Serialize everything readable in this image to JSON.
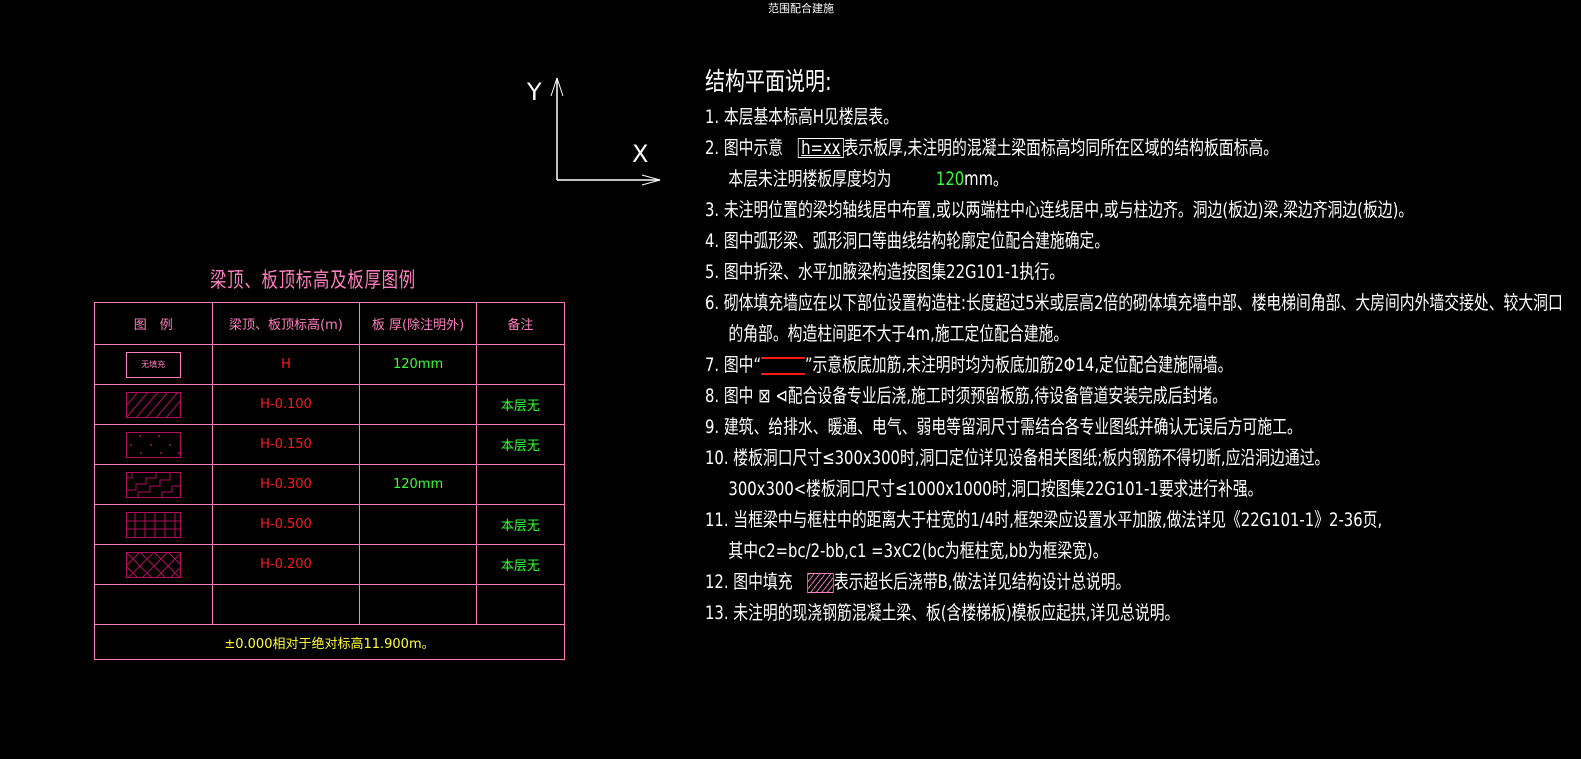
{
  "header": {
    "title": "范围配合建施"
  },
  "axis": {
    "x_label": "X",
    "y_label": "Y"
  },
  "legend": {
    "title": "梁顶、板顶标高及板厚图例",
    "columns": [
      "图　例",
      "梁顶、板顶标高(m)",
      "板 厚(除注明外)",
      "备注"
    ],
    "rows": [
      {
        "swatch": "label-box",
        "swatch_text": "无填充",
        "elevation": "H",
        "thickness": "120mm",
        "remark": ""
      },
      {
        "swatch": "diagonal-hatch",
        "elevation": "H-0.100",
        "thickness": "",
        "remark": "本层无"
      },
      {
        "swatch": "dot-hatch",
        "elevation": "H-0.150",
        "thickness": "",
        "remark": "本层无"
      },
      {
        "swatch": "step-hatch",
        "elevation": "H-0.300",
        "thickness": "120mm",
        "remark": ""
      },
      {
        "swatch": "brick-hatch",
        "elevation": "H-0.500",
        "thickness": "",
        "remark": "本层无"
      },
      {
        "swatch": "herringbone-hatch",
        "elevation": "H-0.200",
        "thickness": "",
        "remark": "本层无"
      },
      {
        "swatch": "",
        "elevation": "",
        "thickness": "",
        "remark": ""
      }
    ],
    "footer": "±0.000相对于绝对标高11.900m。"
  },
  "notes": {
    "title": "结构平面说明:",
    "n1": "1. 本层基本标高H见楼层表。",
    "n2_pre": "2. 图中示意　",
    "n2_box": "h=xx",
    "n2_post": "表示板厚,未注明的混凝土梁面标高均同所在区域的结构板面标高。",
    "n2b_pre": "本层未注明楼板厚度均为　　　",
    "n2b_value": "120",
    "n2b_unit": "mm。",
    "n3": "3. 未注明位置的梁均轴线居中布置,或以两端柱中心连线居中,或与柱边齐。洞边(板边)梁,梁边齐洞边(板边)。",
    "n4": "4. 图中弧形梁、弧形洞口等曲线结构轮廓定位配合建施确定。",
    "n5": "5. 图中折梁、水平加腋梁构造按图集22G101-1执行。",
    "n6": "6. 砌体填充墙应在以下部位设置构造柱:长度超过5米或层高2倍的砌体填充墙中部、楼电梯间角部、大房间内外墙交接处、较大洞口",
    "n6b": "的角部。构造柱间距不大于4m,施工定位配合建施。",
    "n7_pre": "7. 图中“",
    "n7_post": "”示意板底加筋,未注明时均为板底加筋2Φ14,定位配合建施隔墙。",
    "n8_pre": "8. 图中 ",
    "n8_symbol": "⊠ ⊲",
    "n8_post": "配合设备专业后浇,施工时须预留板筋,待设备管道安装完成后封堵。",
    "n9": "9. 建筑、给排水、暖通、电气、弱电等留洞尺寸需结合各专业图纸并确认无误后方可施工。",
    "n10": "10. 楼板洞口尺寸≤300x300时,洞口定位详见设备相关图纸;板内钢筋不得切断,应沿洞边通过。",
    "n10b": "300x300<楼板洞口尺寸≤1000x1000时,洞口按图集22G101-1要求进行补强。",
    "n11": "11. 当框梁中与框柱中的距离大于柱宽的1/4时,框架梁应设置水平加腋,做法详见《22G101-1》2-36页,",
    "n11b": "其中c2=bc/2-bb,c1 =3xC2(bc为框柱宽,bb为框梁宽)。",
    "n12_pre": "12. 图中填充　",
    "n12_post": "表示超长后浇带B,做法详见结构设计总说明。",
    "n13": "13. 未注明的现浇钢筋混凝土梁、板(含楼梯板)模板应起拱,详见总说明。"
  },
  "colors": {
    "background": "#000000",
    "table_line": "#ff7fbf",
    "elevation": "#ff1a1a",
    "green": "#33ff33",
    "footer": "#ffff33",
    "hatch": "#b0105a"
  }
}
